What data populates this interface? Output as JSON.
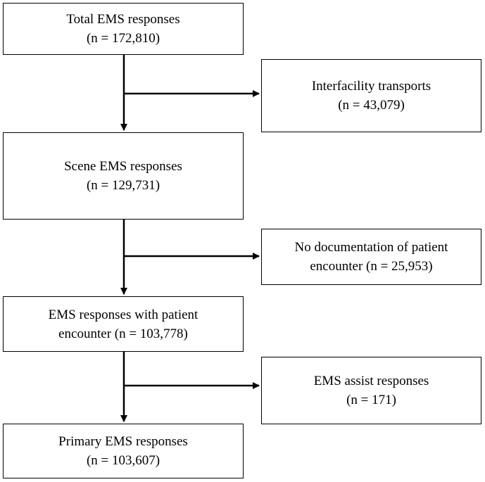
{
  "flowchart": {
    "total": {
      "line1": "Total EMS responses",
      "line2": "(n = 172,810)"
    },
    "interfacility": {
      "line1": "Interfacility  transports",
      "line2": "(n = 43,079)"
    },
    "scene": {
      "line1": "Scene EMS responses",
      "line2": "(n = 129,731)"
    },
    "no_documentation": {
      "line1": "No documentation  of patient",
      "line2": "encounter  (n = 25,953)"
    },
    "with_encounter": {
      "line1": "EMS responses with patient",
      "line2": "encounter  (n = 103,778)"
    },
    "assist": {
      "line1": "EMS assist responses",
      "line2": "(n = 171)"
    },
    "primary": {
      "line1": "Primary  EMS responses",
      "line2": "(n = 103,607)"
    }
  }
}
